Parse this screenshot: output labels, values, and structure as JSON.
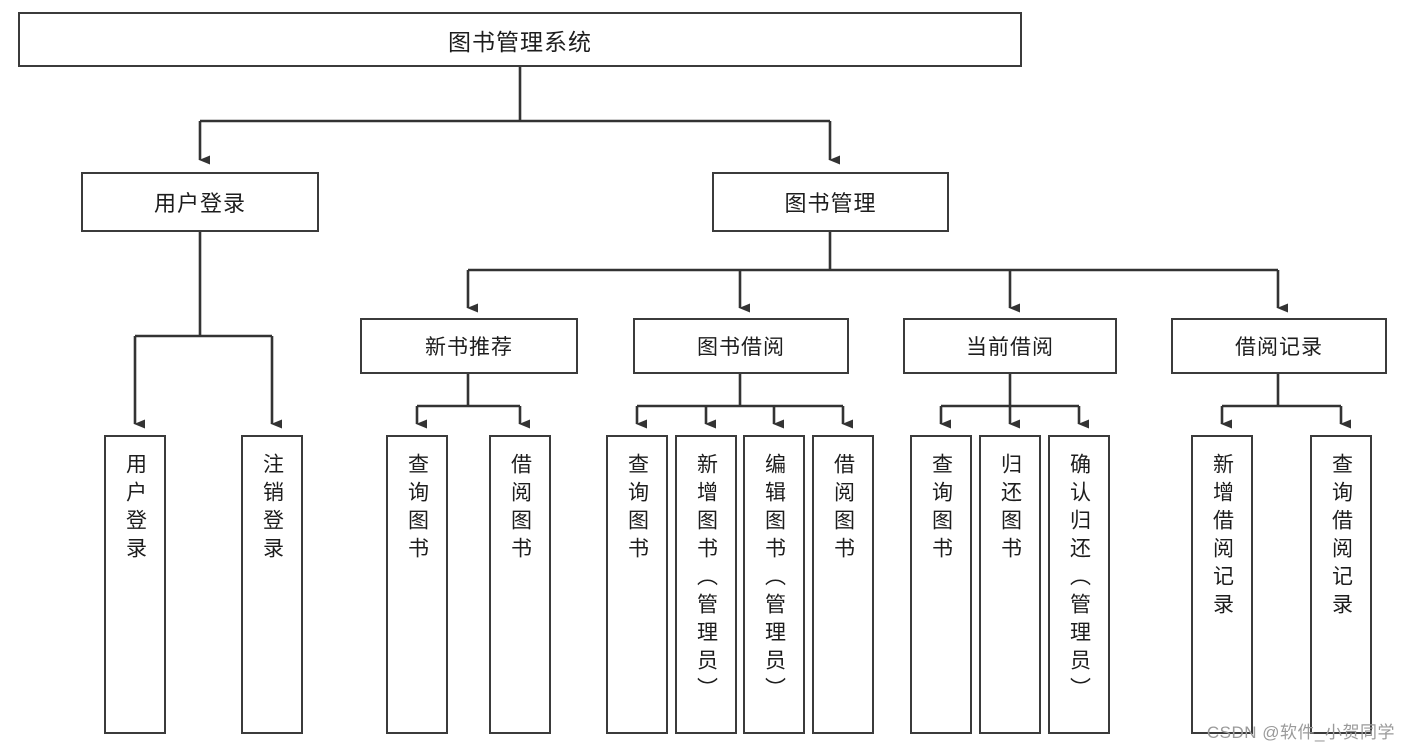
{
  "diagram": {
    "title": "图书管理系统",
    "type": "tree-hierarchy",
    "orientation": "top-down",
    "colors": {
      "box_border": "#3b3b3b",
      "box_fill": "#ffffff",
      "edge": "#333333",
      "text": "#1d1d1d",
      "watermark": "#9a9a9a",
      "background": "#ffffff"
    }
  },
  "nodes": {
    "root": {
      "label": "图书管理系统"
    },
    "level1": [
      {
        "id": "user-login",
        "label": "用户登录"
      },
      {
        "id": "book-manage",
        "label": "图书管理"
      }
    ],
    "level2": [
      {
        "id": "new-book-recommend",
        "label": "新书推荐"
      },
      {
        "id": "book-borrow",
        "label": "图书借阅"
      },
      {
        "id": "current-borrow",
        "label": "当前借阅"
      },
      {
        "id": "borrow-record",
        "label": "借阅记录"
      }
    ],
    "leaves": [
      {
        "id": "leaf-user-login",
        "parent": "user-login",
        "label": "用户登录"
      },
      {
        "id": "leaf-logout-login",
        "parent": "user-login",
        "label": "注销登录"
      },
      {
        "id": "leaf-query-book-1",
        "parent": "new-book-recommend",
        "label": "查询图书"
      },
      {
        "id": "leaf-borrow-book-1",
        "parent": "new-book-recommend",
        "label": "借阅图书"
      },
      {
        "id": "leaf-query-book-2",
        "parent": "book-borrow",
        "label": "查询图书"
      },
      {
        "id": "leaf-add-book",
        "parent": "book-borrow",
        "label": "新增图书（管理员）"
      },
      {
        "id": "leaf-edit-book",
        "parent": "book-borrow",
        "label": "编辑图书（管理员）"
      },
      {
        "id": "leaf-borrow-book-2",
        "parent": "book-borrow",
        "label": "借阅图书"
      },
      {
        "id": "leaf-query-book-3",
        "parent": "current-borrow",
        "label": "查询图书"
      },
      {
        "id": "leaf-return-book",
        "parent": "current-borrow",
        "label": "归还图书"
      },
      {
        "id": "leaf-confirm-return",
        "parent": "current-borrow",
        "label": "确认归还（管理员）"
      },
      {
        "id": "leaf-add-record",
        "parent": "borrow-record",
        "label": "新增借阅记录"
      },
      {
        "id": "leaf-query-record",
        "parent": "borrow-record",
        "label": "查询借阅记录"
      }
    ]
  },
  "watermark": {
    "text": "CSDN @软件_小贺同学"
  }
}
